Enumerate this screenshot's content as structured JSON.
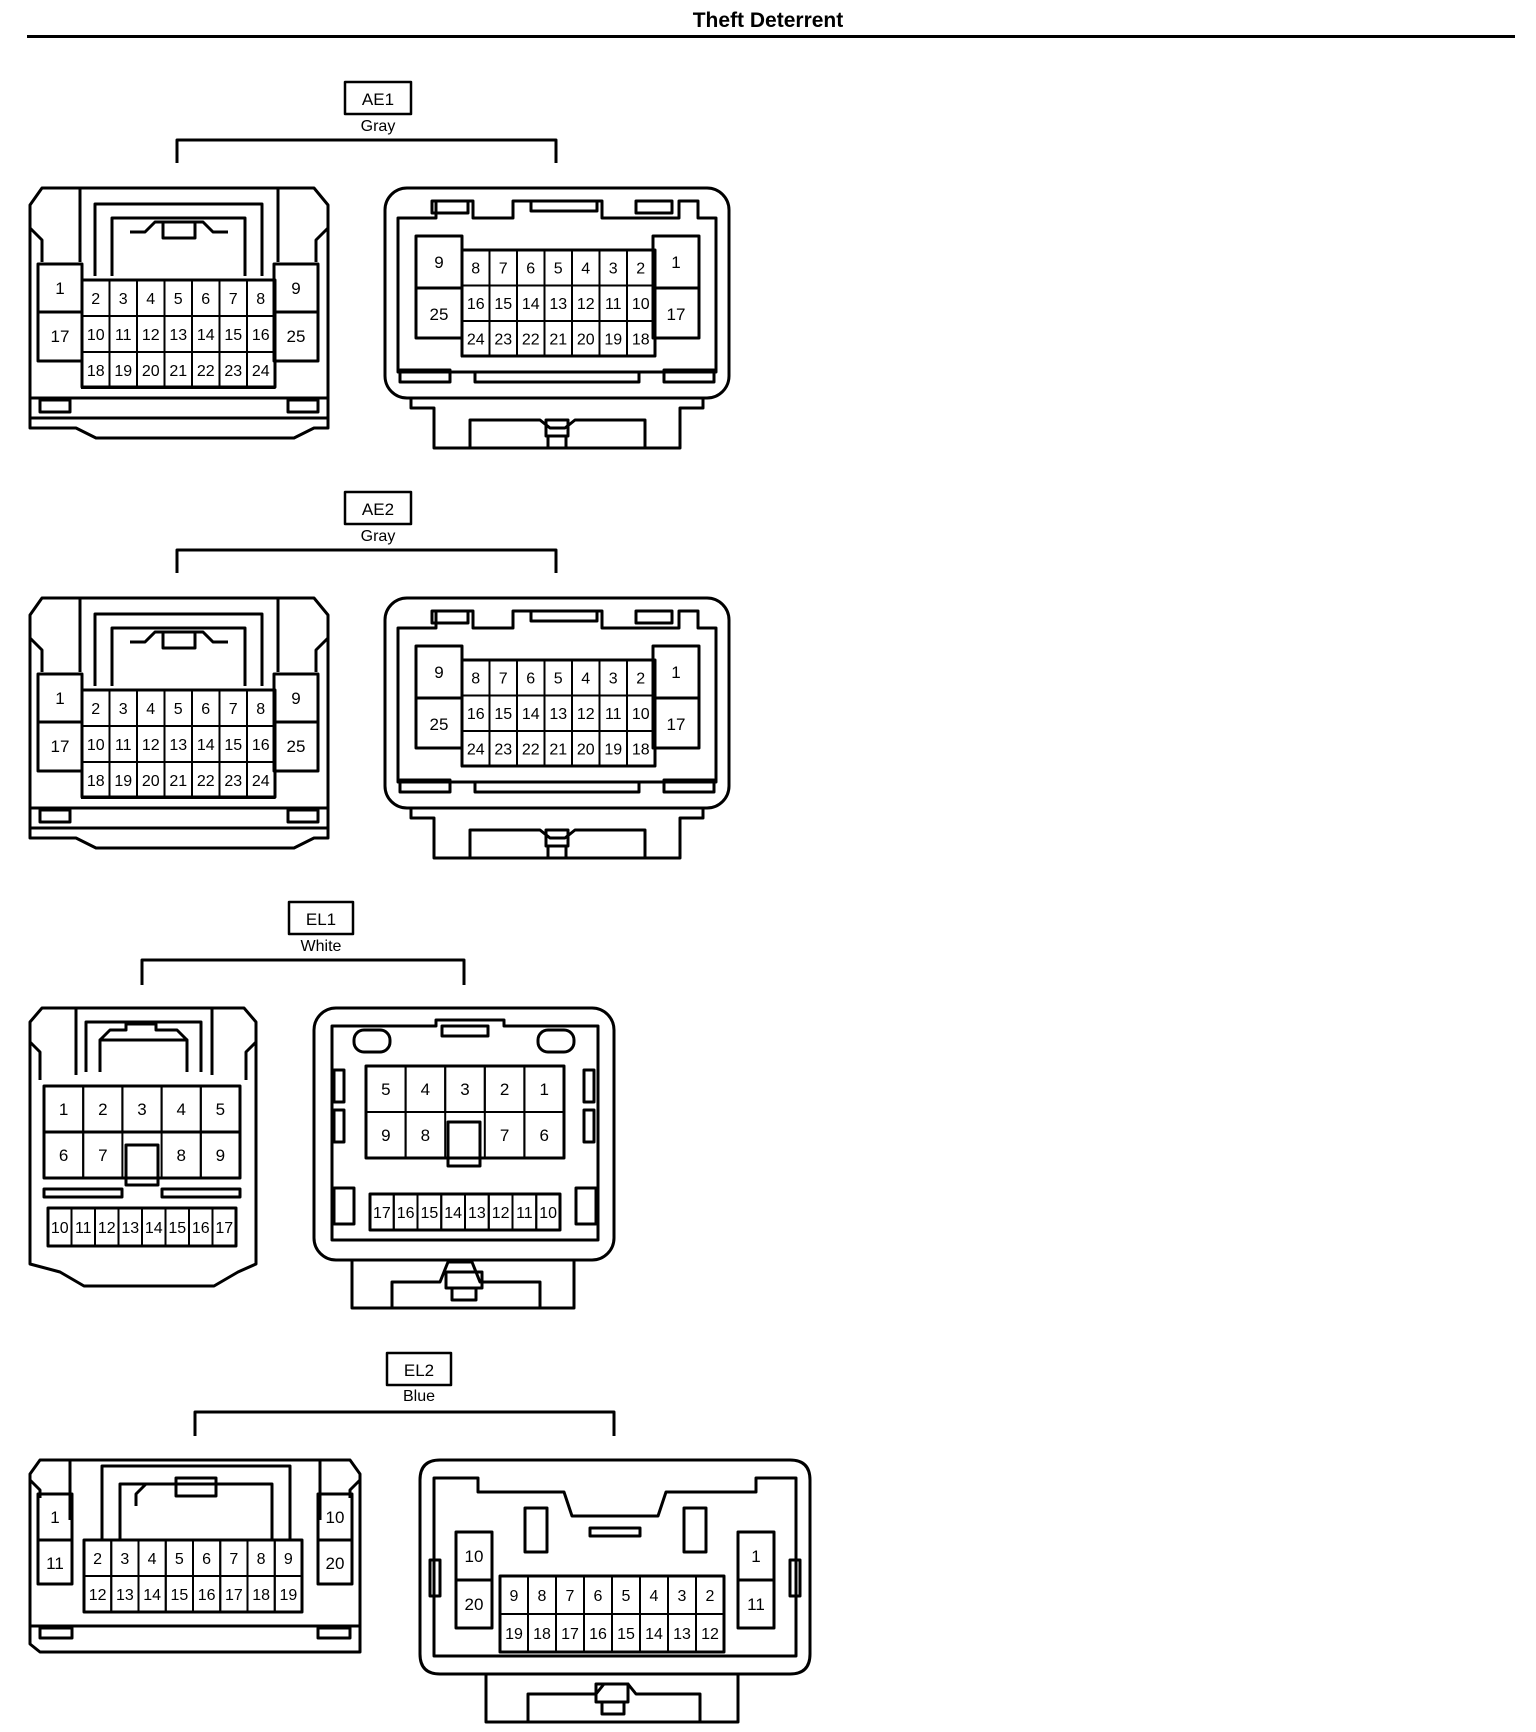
{
  "title": "Theft Deterrent",
  "connectors": [
    {
      "code": "AE1",
      "color": "Gray"
    },
    {
      "code": "AE2",
      "color": "Gray"
    },
    {
      "code": "EL1",
      "color": "White"
    },
    {
      "code": "EL2",
      "color": "Blue"
    }
  ],
  "pins": {
    "p25_left": {
      "side_left": [
        "1",
        "17"
      ],
      "side_right": [
        "9",
        "25"
      ],
      "rows": [
        [
          "2",
          "3",
          "4",
          "5",
          "6",
          "7",
          "8"
        ],
        [
          "10",
          "11",
          "12",
          "13",
          "14",
          "15",
          "16"
        ],
        [
          "18",
          "19",
          "20",
          "21",
          "22",
          "23",
          "24"
        ]
      ]
    },
    "p25_right": {
      "side_left": [
        "9",
        "25"
      ],
      "side_right": [
        "1",
        "17"
      ],
      "rows": [
        [
          "8",
          "7",
          "6",
          "5",
          "4",
          "3",
          "2"
        ],
        [
          "16",
          "15",
          "14",
          "13",
          "12",
          "11",
          "10"
        ],
        [
          "24",
          "23",
          "22",
          "21",
          "20",
          "19",
          "18"
        ]
      ]
    },
    "p17_left": {
      "row1": [
        "1",
        "2",
        "3",
        "4",
        "5"
      ],
      "row2": [
        "6",
        "7",
        "",
        "8",
        "9"
      ],
      "bottom": [
        "10",
        "11",
        "12",
        "13",
        "14",
        "15",
        "16",
        "17"
      ]
    },
    "p17_right": {
      "row1": [
        "5",
        "4",
        "3",
        "2",
        "1"
      ],
      "row2": [
        "9",
        "8",
        "",
        "7",
        "6"
      ],
      "bottom": [
        "17",
        "16",
        "15",
        "14",
        "13",
        "12",
        "11",
        "10"
      ]
    },
    "p20_left": {
      "side_left": [
        "1",
        "11"
      ],
      "side_right": [
        "10",
        "20"
      ],
      "rows": [
        [
          "2",
          "3",
          "4",
          "5",
          "6",
          "7",
          "8",
          "9"
        ],
        [
          "12",
          "13",
          "14",
          "15",
          "16",
          "17",
          "18",
          "19"
        ]
      ]
    },
    "p20_right": {
      "side_left": [
        "10",
        "20"
      ],
      "side_right": [
        "1",
        "11"
      ],
      "rows": [
        [
          "9",
          "8",
          "7",
          "6",
          "5",
          "4",
          "3",
          "2"
        ],
        [
          "19",
          "18",
          "17",
          "16",
          "15",
          "14",
          "13",
          "12"
        ]
      ]
    }
  }
}
